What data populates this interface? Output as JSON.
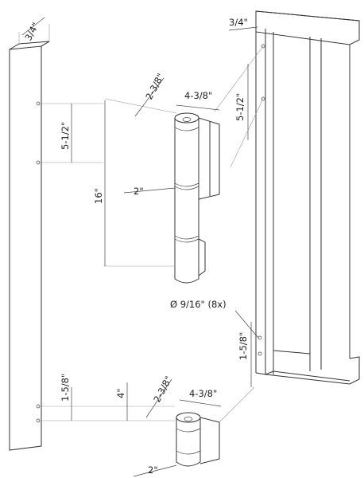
{
  "dimensions": {
    "top_left_post_width": "3/4\"",
    "top_right_frame_width": "3/4\"",
    "left_upper_spacing": "5-1/2\"",
    "right_upper_spacing": "5-1/2\"",
    "upper_hinge_offset": "2-3/8\"",
    "upper_hinge_width": "4-3/8\"",
    "upper_hinge_depth": "2\"",
    "hinge_height": "16\"",
    "hole_callout": "Ø 9/16\" (8x)",
    "right_lower_spacing": "1-5/8\"",
    "left_lower_spacing": "1-5/8\"",
    "lower_hinge_height": "4\"",
    "lower_hinge_offset": "2-3/8\"",
    "lower_hinge_width": "4-3/8\"",
    "lower_hinge_depth": "2\""
  },
  "colors": {
    "line": "#333333",
    "label": "#222222",
    "background": "#ffffff"
  }
}
